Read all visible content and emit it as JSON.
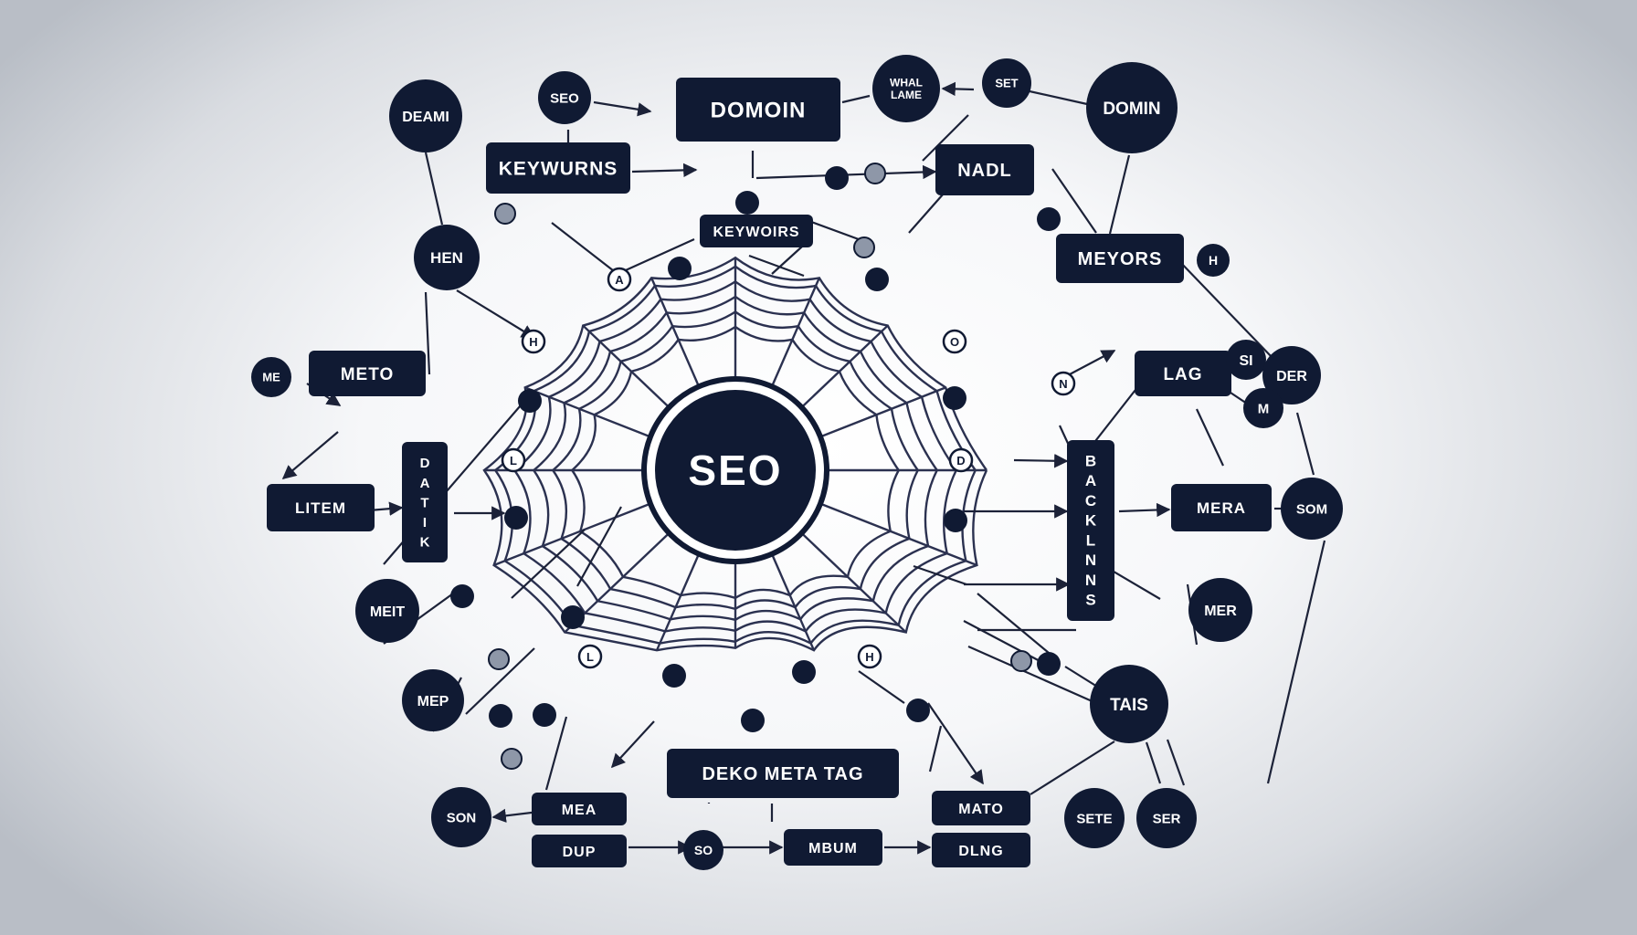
{
  "colors": {
    "node": "#101a33",
    "edge": "#1c2238",
    "web": "#2b3150",
    "dot_grey": "#8e97a8"
  },
  "center": {
    "label": "SEO"
  },
  "boxes": [
    {
      "id": "domoin",
      "label": "DOMOIN"
    },
    {
      "id": "keywurns",
      "label": "KEYWURNS"
    },
    {
      "id": "keywoirs",
      "label": "KEYWOIRS"
    },
    {
      "id": "nadl",
      "label": "NADL"
    },
    {
      "id": "meyors",
      "label": "MEYORS"
    },
    {
      "id": "meto",
      "label": "METO"
    },
    {
      "id": "litem",
      "label": "LITEM"
    },
    {
      "id": "datik",
      "label": "DATIK"
    },
    {
      "id": "lag",
      "label": "LAG"
    },
    {
      "id": "backlnns",
      "label": "BACKLNNS"
    },
    {
      "id": "mera",
      "label": "MERA"
    },
    {
      "id": "deko-meta-tag",
      "label": "DEKO META TAG"
    },
    {
      "id": "mea",
      "label": "MEA"
    },
    {
      "id": "dup",
      "label": "DUP"
    },
    {
      "id": "mbum",
      "label": "MBUM"
    },
    {
      "id": "mato",
      "label": "MATO"
    },
    {
      "id": "dlng",
      "label": "DLNG"
    }
  ],
  "circles": [
    {
      "id": "deami",
      "label": "DEAMI"
    },
    {
      "id": "seo-small",
      "label": "SEO"
    },
    {
      "id": "what-lame",
      "label": "WHAL\nLAME"
    },
    {
      "id": "set",
      "label": "SET"
    },
    {
      "id": "domin",
      "label": "DOMIN"
    },
    {
      "id": "hen",
      "label": "HEN"
    },
    {
      "id": "h-right",
      "label": "H"
    },
    {
      "id": "me",
      "label": "ME"
    },
    {
      "id": "si",
      "label": "SI"
    },
    {
      "id": "der",
      "label": "DER"
    },
    {
      "id": "m",
      "label": "M"
    },
    {
      "id": "som",
      "label": "SOM"
    },
    {
      "id": "meit",
      "label": "MEIT"
    },
    {
      "id": "mer",
      "label": "MER"
    },
    {
      "id": "mep",
      "label": "MEP"
    },
    {
      "id": "tais",
      "label": "TAIS"
    },
    {
      "id": "son",
      "label": "SON"
    },
    {
      "id": "so",
      "label": "SO"
    },
    {
      "id": "sete",
      "label": "SETE"
    },
    {
      "id": "ser",
      "label": "SER"
    }
  ],
  "small_letter_nodes": [
    {
      "id": "w-a",
      "label": "A"
    },
    {
      "id": "w-h1",
      "label": "H"
    },
    {
      "id": "w-o",
      "label": "O"
    },
    {
      "id": "w-n",
      "label": "N"
    },
    {
      "id": "w-l1",
      "label": "L"
    },
    {
      "id": "w-d",
      "label": "D"
    },
    {
      "id": "w-l2",
      "label": "L"
    },
    {
      "id": "w-h2",
      "label": "H"
    }
  ]
}
